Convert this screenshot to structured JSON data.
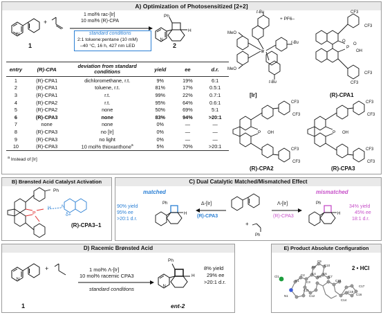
{
  "panel_a": {
    "title": "A) Optimization of Photosensitized [2+2]",
    "reagent1": "1 mol% rac-[Ir]",
    "reagent2": "10 mol% (R)-CPA",
    "std_label": "standard conditions",
    "cond1": "2:1 toluene:pentane (10 mM)",
    "cond2": "–40 °C, 16 h, 427 nm LED",
    "label_sm": "1",
    "label_pr": "2",
    "table": {
      "headers": [
        "entry",
        "(R)-CPA",
        "deviation from standard conditions",
        "yield",
        "ee",
        "d.r."
      ],
      "rows": [
        [
          "1",
          "(R)-CPA1",
          "dichloromethane, r.t.",
          "9%",
          "19%",
          "6:1"
        ],
        [
          "2",
          "(R)-CPA1",
          "toluene, r.t.",
          "81%",
          "17%",
          "0.5:1"
        ],
        [
          "3",
          "(R)-CPA1",
          "r.t.",
          "99%",
          "22%",
          "0.7:1"
        ],
        [
          "4",
          "(R)-CPA2",
          "r.t.",
          "95%",
          "64%",
          "0.6:1"
        ],
        [
          "5",
          "(R)-CPA2",
          "none",
          "50%",
          "69%",
          "5:1"
        ],
        [
          "6",
          "(R)-CPA3",
          "none",
          "83%",
          "94%",
          ">20:1"
        ],
        [
          "7",
          "none",
          "none",
          "0%",
          "—",
          "—"
        ],
        [
          "8",
          "(R)-CPA3",
          "no [Ir]",
          "0%",
          "—",
          "—"
        ],
        [
          "9",
          "(R)-CPA3",
          "no light",
          "0%",
          "—",
          "—"
        ],
        [
          "10",
          "(R)-CPA3",
          "10 mol% thioxanthone",
          "5%",
          "70%",
          ">20:1"
        ]
      ],
      "footnote": "Instead of [Ir]"
    },
    "ir_label": "[Ir]",
    "pf6": "+ PF6–",
    "tbu": "t-Bu",
    "meo": "MeO",
    "cf3": "CF3",
    "p": "P",
    "o": "O",
    "oh": "OH",
    "cpa1": "(R)-CPA1",
    "cpa2": "(R)-CPA2",
    "cpa3": "(R)-CPA3"
  },
  "panel_b": {
    "title": "B) Brønsted Acid Catalyst Activation",
    "label": "(R)-CPA3–1",
    "ph": "Ph",
    "dplus": "δ+",
    "n": "N",
    "h": "H"
  },
  "panel_c": {
    "title": "C) Dual Catalytic Matched/Mismatched Effect",
    "matched": "matched",
    "mismatched": "mismatched",
    "left_results": [
      "90% yield",
      "95% ee",
      ">20:1 d.r."
    ],
    "right_results": [
      "34% yield",
      "45% ee",
      "18:1 d.r."
    ],
    "left_cat": "Δ-[Ir]",
    "left_cpa": "(R)-CPA3",
    "right_cat": "Λ-[Ir]",
    "right_cpa": "(R)-CPA3",
    "plus": "+",
    "ph": "Ph"
  },
  "panel_d": {
    "title": "D) Racemic Brønsted Acid",
    "reagent1": "1 mol% Λ-[Ir]",
    "reagent2": "10 mol% racemic CPA3",
    "std": "standard conditions",
    "results": [
      "8% yield",
      "29% ee",
      ">20:1 d.r."
    ],
    "label_sm": "1",
    "label_pr": "ent-2",
    "ph": "Ph",
    "h": "H"
  },
  "panel_e": {
    "title": "E) Product Absolute Configuration",
    "label": "2 • HCl",
    "atoms": [
      "Cl1",
      "C1",
      "C2",
      "C3",
      "C4",
      "C5",
      "C6",
      "C7",
      "C8",
      "C9",
      "C10",
      "C11",
      "C12",
      "C13",
      "C14",
      "C15",
      "C16",
      "C17",
      "N1"
    ]
  }
}
